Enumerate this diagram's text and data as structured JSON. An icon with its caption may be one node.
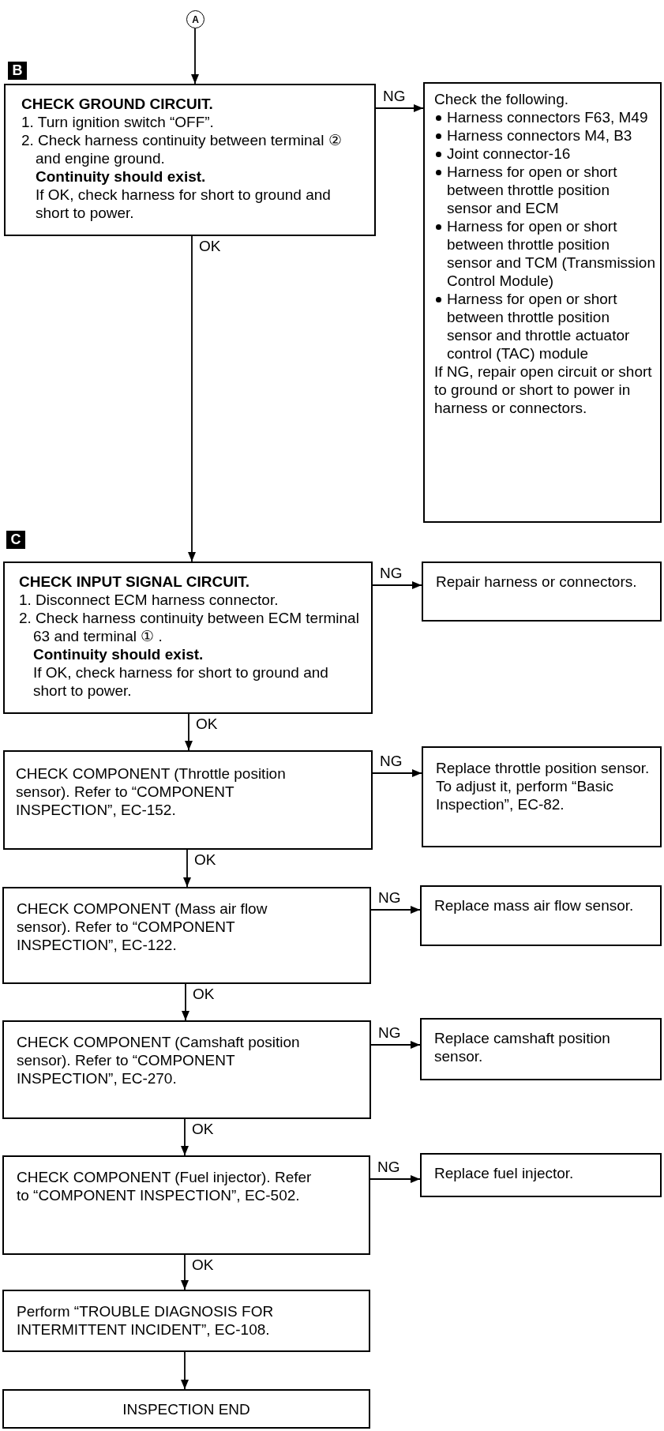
{
  "diagram": {
    "nodes": [
      {
        "text": [
          "A"
        ]
      },
      {
        "text": [
          "CHECK GROUND CIRCUIT.",
          "1. Turn ignition switch “OFF”.",
          "2. Check harness continuity between terminal ② and engine ground.",
          "Continuity should exist.",
          "If OK, check harness for short to ground and short to power."
        ]
      },
      {
        "text": [
          "Check the following.",
          "Harness connectors F63, M49",
          "Harness connectors M4, B3",
          "Joint connector-16",
          "Harness for open or short between throttle position sensor and ECM",
          "Harness for open or short between throttle position sensor and TCM (Transmission Control Module)",
          "Harness for open or short between throttle position sensor and throttle actuator control (TAC) module",
          "If NG, repair open circuit or short to ground or short to power in harness or connectors."
        ]
      },
      {
        "text": [
          "CHECK INPUT SIGNAL CIRCUIT.",
          "1. Disconnect ECM harness connector.",
          "2. Check harness continuity between ECM terminal 63 and terminal ① .",
          "Continuity should exist.",
          "If OK, check harness for short to ground and short to power."
        ]
      },
      {
        "text": [
          "Repair harness or connectors."
        ]
      },
      {
        "text": [
          "CHECK COMPONENT (Throttle position sensor). Refer to “COMPONENT INSPECTION”, EC-152."
        ]
      },
      {
        "text": [
          "Replace throttle position sensor. To adjust it, perform “Basic Inspection”, EC-82."
        ]
      },
      {
        "text": [
          "CHECK COMPONENT (Mass air flow sensor). Refer to “COMPONENT INSPECTION”, EC-122."
        ]
      },
      {
        "text": [
          "Replace mass air flow sensor."
        ]
      },
      {
        "text": [
          "CHECK COMPONENT (Camshaft position sensor). Refer to “COMPONENT INSPECTION”, EC-270."
        ]
      },
      {
        "text": [
          "Replace camshaft position sensor."
        ]
      },
      {
        "text": [
          "CHECK COMPONENT (Fuel injector). Refer to “COMPONENT INSPECTION”, EC-502."
        ]
      },
      {
        "text": [
          "Replace fuel injector."
        ]
      },
      {
        "text": [
          "Perform “TROUBLE DIAGNOSIS FOR INTERMITTENT INCIDENT”, EC-108."
        ]
      },
      {
        "text": [
          "INSPECTION END"
        ]
      }
    ],
    "edges": [
      {
        "from": 0,
        "to": 1,
        "arrow": "to"
      },
      {
        "from": 1,
        "to": 2,
        "arrow": "to",
        "label": "NG"
      },
      {
        "from": 1,
        "to": 3,
        "arrow": "to",
        "label": "OK"
      },
      {
        "from": 3,
        "to": 4,
        "arrow": "to",
        "label": "NG"
      },
      {
        "from": 3,
        "to": 5,
        "arrow": "to",
        "label": "OK"
      },
      {
        "from": 5,
        "to": 6,
        "arrow": "to",
        "label": "NG"
      },
      {
        "from": 5,
        "to": 7,
        "arrow": "to",
        "label": "OK"
      },
      {
        "from": 7,
        "to": 8,
        "arrow": "to",
        "label": "NG"
      },
      {
        "from": 7,
        "to": 9,
        "arrow": "to",
        "label": "OK"
      },
      {
        "from": 9,
        "to": 10,
        "arrow": "to",
        "label": "NG"
      },
      {
        "from": 9,
        "to": 11,
        "arrow": "to",
        "label": "OK"
      },
      {
        "from": 11,
        "to": 12,
        "arrow": "to",
        "label": "NG"
      },
      {
        "from": 11,
        "to": 13,
        "arrow": "to",
        "label": "OK"
      },
      {
        "from": 13,
        "to": 14,
        "arrow": "to"
      }
    ],
    "labels": [
      "B",
      "C"
    ]
  }
}
